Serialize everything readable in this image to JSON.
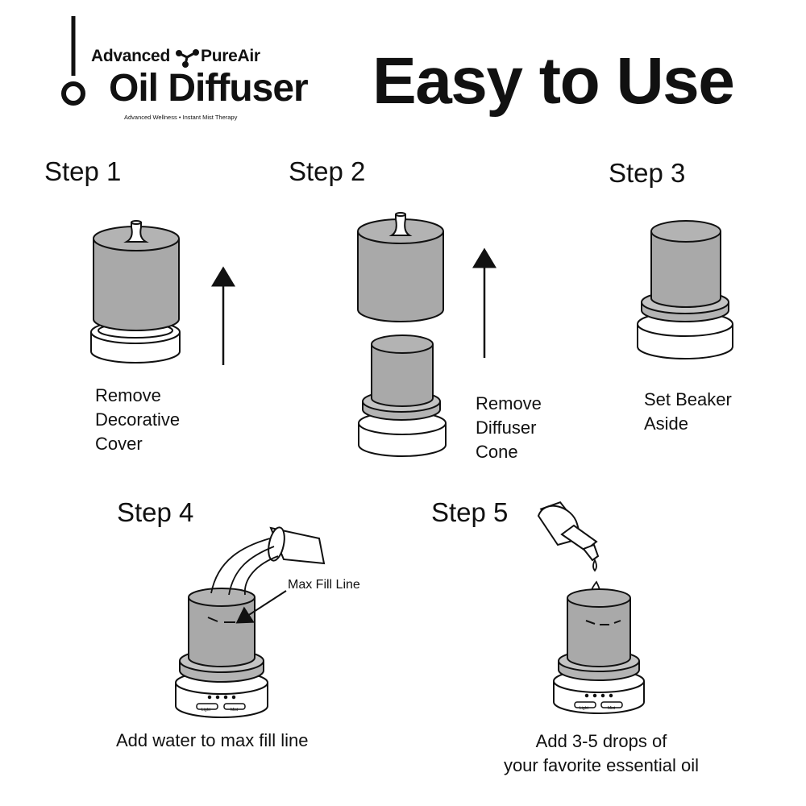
{
  "brand": {
    "name_part1": "Advanced",
    "name_part2": "PureAir",
    "product": "Oil Diffuser",
    "tagline": "Advanced Wellness • Instant Mist Therapy"
  },
  "headline": "Easy to Use",
  "steps": [
    {
      "title": "Step 1",
      "caption": [
        "Remove",
        "Decorative",
        "Cover"
      ]
    },
    {
      "title": "Step 2",
      "caption": [
        "Remove",
        "Diffuser",
        "Cone"
      ]
    },
    {
      "title": "Step 3",
      "caption": [
        "Set Beaker",
        "Aside"
      ]
    },
    {
      "title": "Step 4",
      "caption": [
        "Add water to max fill line"
      ],
      "annotation": "Max Fill Line"
    },
    {
      "title": "Step 5",
      "caption": [
        "Add 3-5 drops of",
        "your favorite essential oil"
      ]
    }
  ],
  "base_buttons": [
    "Light",
    "Mist"
  ],
  "colors": {
    "ink": "#111111",
    "glass": "#a9a9a9",
    "band": "#b4b4b4",
    "background": "#ffffff"
  }
}
